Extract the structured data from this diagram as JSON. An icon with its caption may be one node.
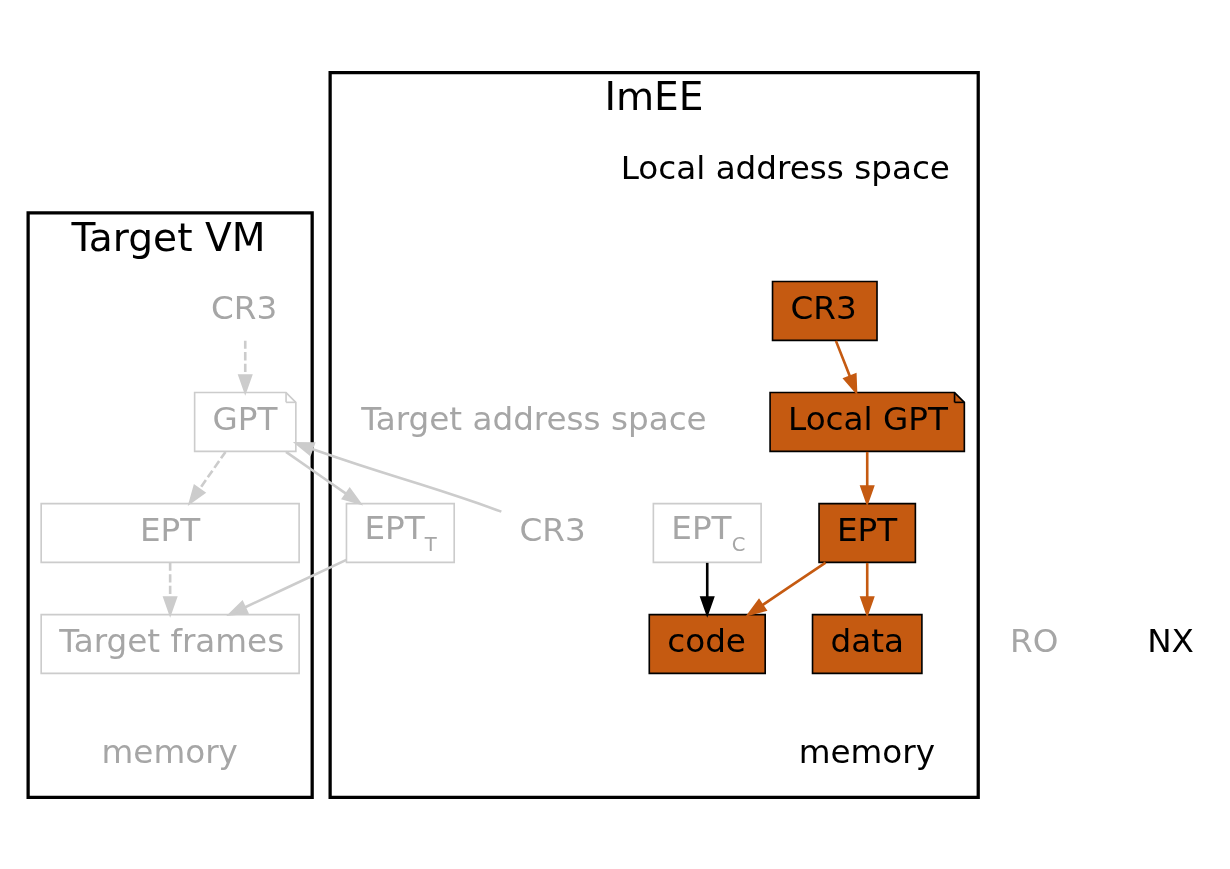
{
  "diagram": {
    "nodes": [
      {
        "text": [
          "ImEE"
        ]
      },
      {
        "text": [
          "Target VM"
        ]
      },
      {
        "text": [
          "CR3"
        ],
        "in": 0
      },
      {
        "text": [
          "Local GPT"
        ],
        "in": 0
      },
      {
        "text": [
          "EPT"
        ],
        "in": 0
      },
      {
        "text": [
          "data"
        ],
        "in": 0
      },
      {
        "text": [
          "code"
        ],
        "in": 0
      },
      {
        "text": [
          "CR3"
        ],
        "in": 0
      },
      {
        "text": [
          "EPT$_{C}$"
        ],
        "in": 0
      },
      {
        "text": [
          "EPT$_{T}$"
        ],
        "in": 0
      },
      {
        "text": [
          "CR3"
        ],
        "in": 1
      },
      {
        "text": [
          "GPT"
        ],
        "in": 1
      },
      {
        "text": [
          "EPT"
        ],
        "in": 1
      },
      {
        "text": [
          "Target frames"
        ],
        "in": 1
      }
    ],
    "edges": [
      {
        "from": 2,
        "to": 3,
        "arrow": "to",
        "color": "#c55a11"
      },
      {
        "from": 3,
        "to": 4,
        "arrow": "to",
        "color": "#c55a11"
      },
      {
        "from": 4,
        "to": 5,
        "arrow": "to",
        "color": "#c55a11"
      },
      {
        "from": 4,
        "to": 6,
        "arrow": "to",
        "color": "#c55a11"
      },
      {
        "from": 8,
        "to": 6,
        "arrow": "to",
        "color": "#000000"
      },
      {
        "from": 7,
        "to": 11,
        "arrow": "to"
      },
      {
        "from": 11,
        "to": 9,
        "arrow": "to"
      },
      {
        "from": 9,
        "to": 13,
        "arrow": "to"
      },
      {
        "from": 10,
        "to": 11,
        "arrow": "to",
        "style": "dashed"
      },
      {
        "from": 11,
        "to": 12,
        "arrow": "to",
        "style": "dashed"
      },
      {
        "from": 12,
        "to": 13,
        "arrow": "to",
        "style": "dashed"
      }
    ],
    "labels": [
      "Local address space",
      "Target address space",
      "RO",
      "NX",
      "memory",
      "memory"
    ]
  }
}
